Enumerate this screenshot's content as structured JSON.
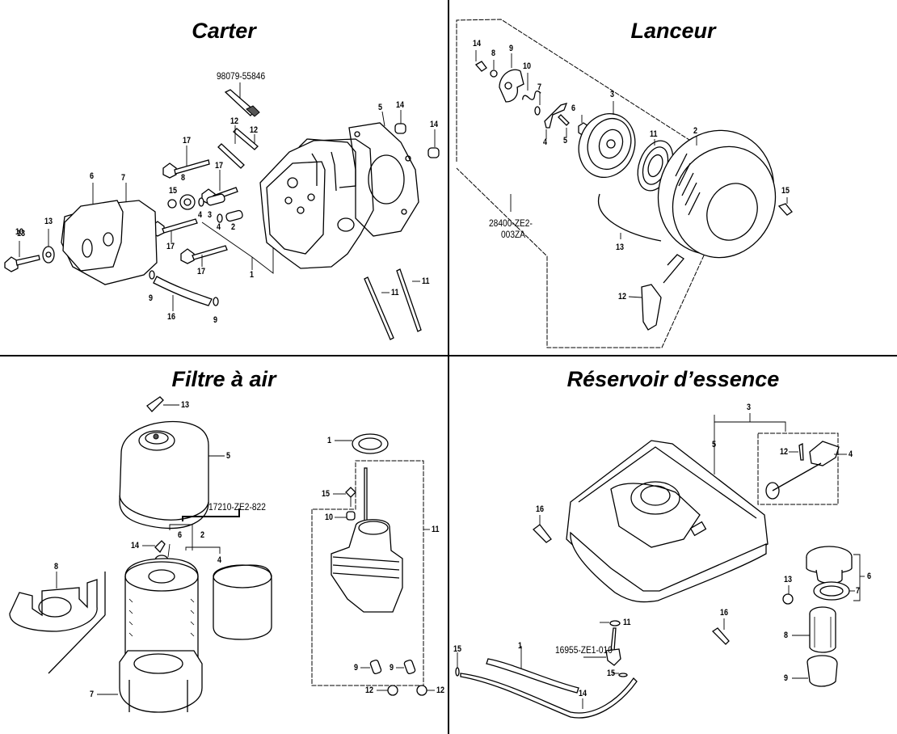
{
  "panels": {
    "carter": {
      "title": "Carter",
      "part_number": "98079-55846",
      "labels": [
        "1",
        "2",
        "3",
        "4",
        "4",
        "5",
        "6",
        "7",
        "8",
        "9",
        "9",
        "10",
        "11",
        "11",
        "12",
        "12",
        "13",
        "14",
        "14",
        "15",
        "16",
        "17",
        "17",
        "17",
        "17"
      ]
    },
    "lanceur": {
      "title": "Lanceur",
      "part_number_line1": "28400-ZE2-",
      "part_number_line2": "003ZA",
      "labels": [
        "2",
        "3",
        "4",
        "5",
        "6",
        "7",
        "8",
        "9",
        "10",
        "11",
        "12",
        "13",
        "14",
        "15"
      ]
    },
    "filtre": {
      "title": "Filtre à air",
      "part_number": "17210-ZE2-822",
      "labels": [
        "1",
        "2",
        "4",
        "5",
        "6",
        "7",
        "8",
        "9",
        "9",
        "10",
        "11",
        "12",
        "12",
        "13",
        "14",
        "15"
      ]
    },
    "reservoir": {
      "title": "Réservoir d’essence",
      "part_number": "16955-ZE1-010",
      "labels": [
        "1",
        "3",
        "4",
        "5",
        "6",
        "7",
        "8",
        "9",
        "11",
        "12",
        "13",
        "14",
        "15",
        "15",
        "16",
        "16"
      ]
    }
  }
}
